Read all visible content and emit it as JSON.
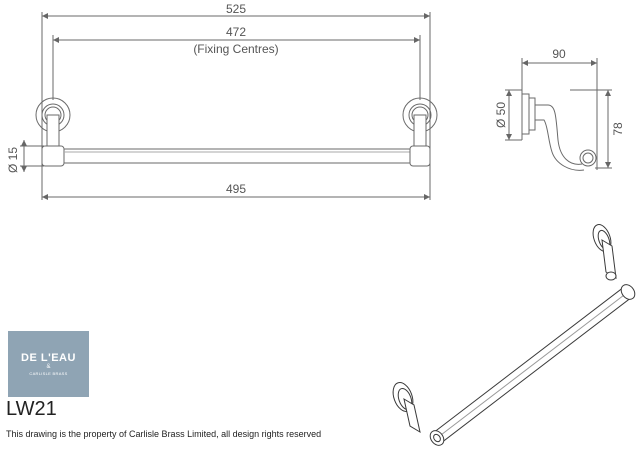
{
  "dimensions": {
    "overall_length": "525",
    "fixing_centres": "472",
    "fixing_centres_note": "(Fixing Centres)",
    "bar_length": "495",
    "bar_diameter": "Ø 15",
    "projection": "90",
    "rose_diameter": "Ø 50",
    "height": "78"
  },
  "logo": {
    "brand": "DE L'EAU",
    "ampersand": "&",
    "sub": "CARLISLE BRASS"
  },
  "product_code": "LW21",
  "notice": "This drawing is the property of Carlisle Brass Limited, all design rights reserved",
  "colors": {
    "line": "#6a6a6a",
    "logo_bg": "#8fa4b4"
  }
}
